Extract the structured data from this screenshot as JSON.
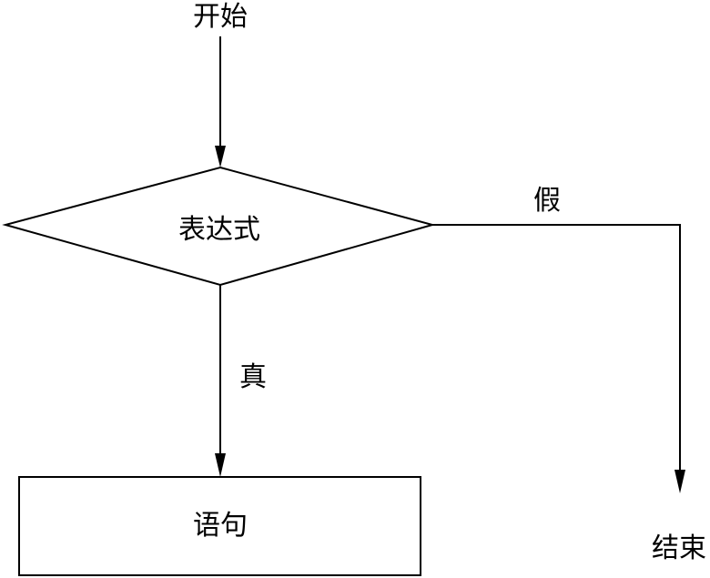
{
  "diagram": {
    "start_label": "开始",
    "condition_label": "表达式",
    "true_label": "真",
    "false_label": "假",
    "statement_label": "语句",
    "end_label": "结束"
  },
  "colors": {
    "stroke": "#000000",
    "background": "#ffffff"
  }
}
